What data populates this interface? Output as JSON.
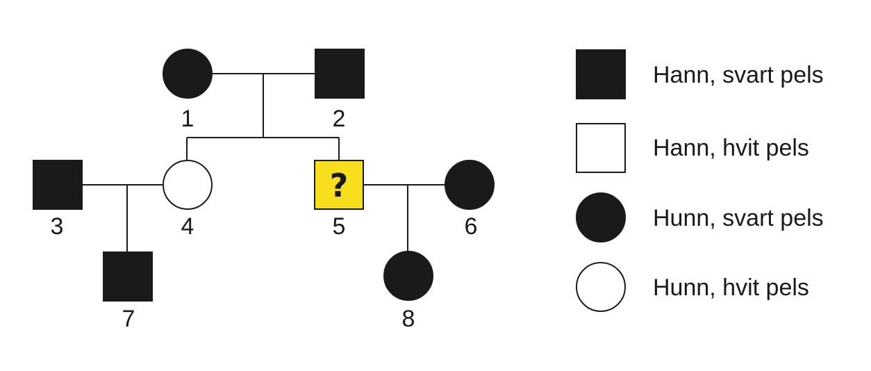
{
  "colors": {
    "affected": "#1a1a1a",
    "unaffected": "#ffffff",
    "unknown": "#f7df1e",
    "stroke": "#1a1a1a"
  },
  "individuals": [
    {
      "id": "1",
      "label": "1",
      "sex": "female",
      "phenotype": "affected"
    },
    {
      "id": "2",
      "label": "2",
      "sex": "male",
      "phenotype": "affected"
    },
    {
      "id": "3",
      "label": "3",
      "sex": "male",
      "phenotype": "affected"
    },
    {
      "id": "4",
      "label": "4",
      "sex": "female",
      "phenotype": "unaffected"
    },
    {
      "id": "5",
      "label": "5",
      "sex": "male",
      "phenotype": "unknown",
      "mark": "?"
    },
    {
      "id": "6",
      "label": "6",
      "sex": "female",
      "phenotype": "affected"
    },
    {
      "id": "7",
      "label": "7",
      "sex": "male",
      "phenotype": "affected"
    },
    {
      "id": "8",
      "label": "8",
      "sex": "female",
      "phenotype": "affected"
    }
  ],
  "legend": [
    {
      "symbol": "male",
      "phenotype": "affected",
      "text": "Hann, svart pels"
    },
    {
      "symbol": "male",
      "phenotype": "unaffected",
      "text": "Hann, hvit pels"
    },
    {
      "symbol": "female",
      "phenotype": "affected",
      "text": "Hunn, svart pels"
    },
    {
      "symbol": "female",
      "phenotype": "unaffected",
      "text": "Hunn, hvit pels"
    }
  ]
}
